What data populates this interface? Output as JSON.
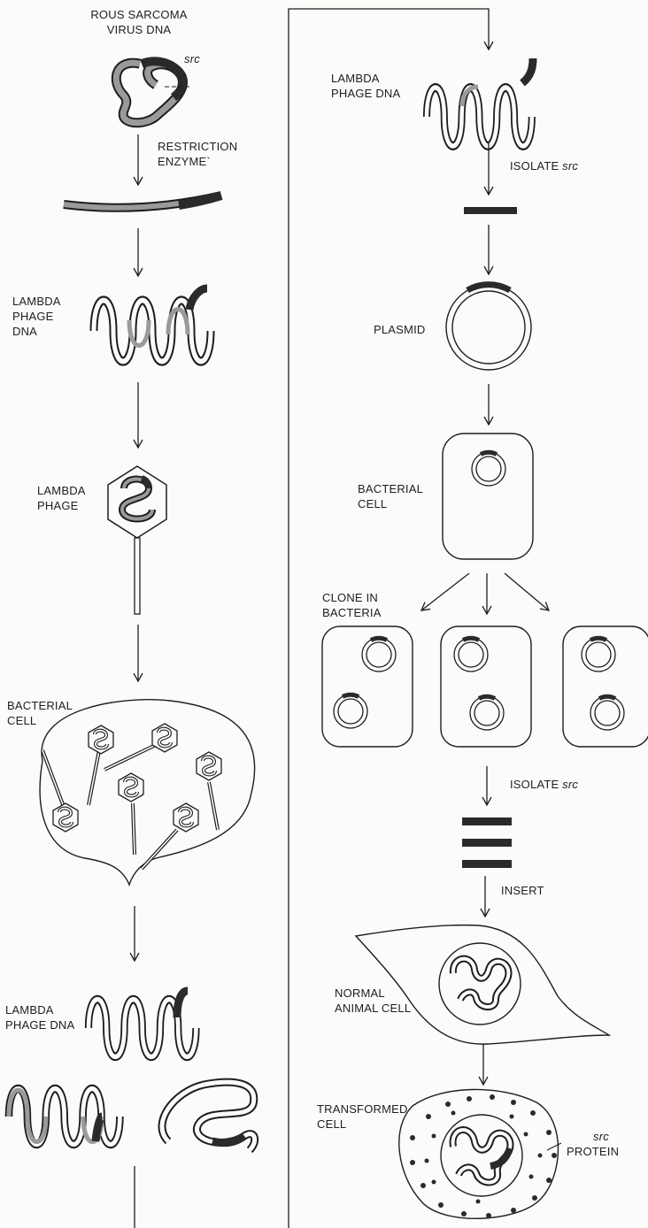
{
  "labels": {
    "rous_1": "ROUS SARCOMA",
    "rous_2": "VIRUS DNA",
    "src_top": "src",
    "restriction_1": "RESTRICTION",
    "restriction_2": "ENZYME`",
    "lambda_dna1_1": "LAMBDA",
    "lambda_dna1_2": "PHAGE",
    "lambda_dna1_3": "DNA",
    "lambda_phage_1": "LAMBDA",
    "lambda_phage_2": "PHAGE",
    "bact_left_1": "BACTERIAL",
    "bact_left_2": "CELL",
    "lambda_dna2_1": "LAMBDA",
    "lambda_dna2_2": "PHAGE DNA",
    "lambda_right_1": "LAMBDA",
    "lambda_right_2": "PHAGE DNA",
    "isolate_1_word": "ISOLATE",
    "isolate_1_src": "src",
    "plasmid": "PLASMID",
    "bact_right_1": "BACTERIAL",
    "bact_right_2": "CELL",
    "clone_1": "CLONE IN",
    "clone_2": "BACTERIA",
    "isolate_2_word": "ISOLATE",
    "isolate_2_src": "src",
    "insert": "INSERT",
    "normal_1": "NORMAL",
    "normal_2": "ANIMAL CELL",
    "transformed_1": "TRANSFORMED",
    "transformed_2": "CELL",
    "protein_1": "src",
    "protein_2": "PROTEIN"
  },
  "colors": {
    "ink": "#1e1e1e",
    "viral_dna_shade": "#9a9a9a",
    "src_segment": "#2a2a2a",
    "paper": "#fbfbf9"
  }
}
